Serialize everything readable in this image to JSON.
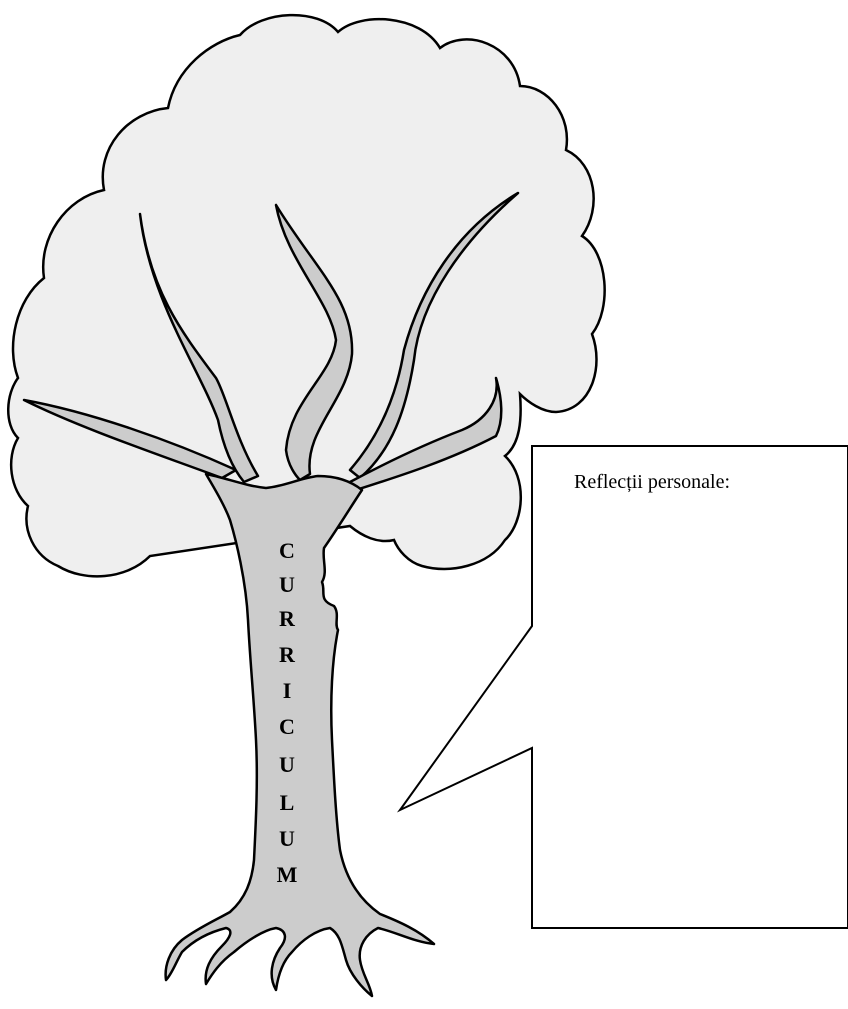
{
  "trunk": {
    "letters": [
      "C",
      "U",
      "R",
      "R",
      "I",
      "C",
      "U",
      "L",
      "U",
      "M"
    ]
  },
  "callout": {
    "label": "Reflecții personale:"
  },
  "colors": {
    "crown_fill": "#efefef",
    "trunk_fill": "#cccccc",
    "outline": "#000000"
  }
}
